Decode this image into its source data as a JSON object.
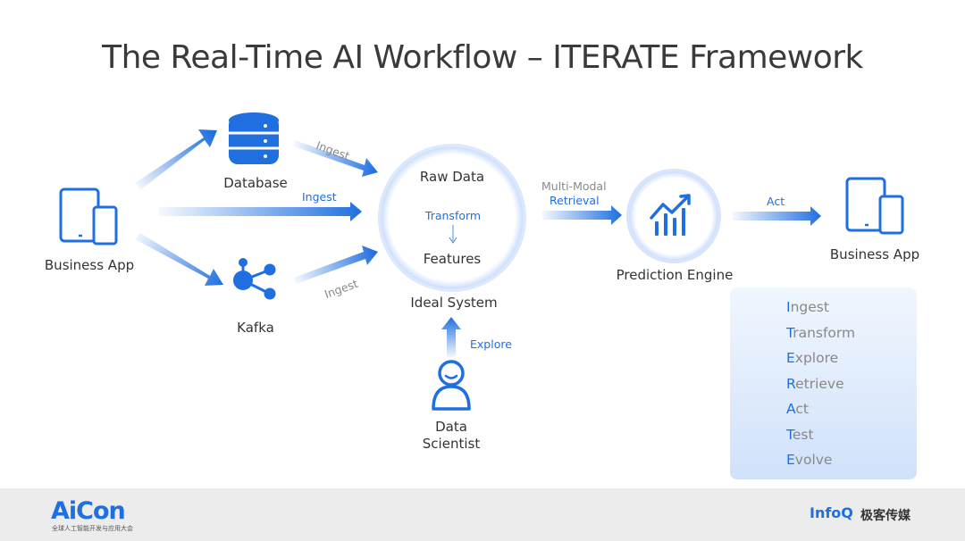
{
  "title": "The Real-Time AI Workflow – ITERATE Framework",
  "nodes": {
    "business_app_left": "Business App",
    "database": "Database",
    "kafka": "Kafka",
    "ideal_system": "Ideal System",
    "raw_data": "Raw Data",
    "features": "Features",
    "prediction_engine": "Prediction Engine",
    "business_app_right": "Business App",
    "data_scientist_line1": "Data",
    "data_scientist_line2": "Scientist"
  },
  "edges": {
    "ingest_top": "Ingest",
    "ingest_middle": "Ingest",
    "ingest_bottom": "Ingest",
    "transform": "Transform",
    "multi_modal": "Multi-Modal",
    "retrieval": "Retrieval",
    "act": "Act",
    "explore": "Explore"
  },
  "legend": [
    {
      "first": "I",
      "rest": "ngest"
    },
    {
      "first": "T",
      "rest": "ransform"
    },
    {
      "first": "E",
      "rest": "xplore"
    },
    {
      "first": "R",
      "rest": "etrieve"
    },
    {
      "first": "A",
      "rest": "ct"
    },
    {
      "first": "T",
      "rest": "est"
    },
    {
      "first": "E",
      "rest": "volve"
    }
  ],
  "footer": {
    "aicon_logo": "AiCon",
    "aicon_subtitle": "全球人工智能开发与应用大会",
    "infoq_logo": "InfoQ",
    "infoq_cn": "极客传媒"
  },
  "colors": {
    "accent": "#1f6fe0",
    "title": "#3a3a3a",
    "footer_bg": "#ececec"
  }
}
